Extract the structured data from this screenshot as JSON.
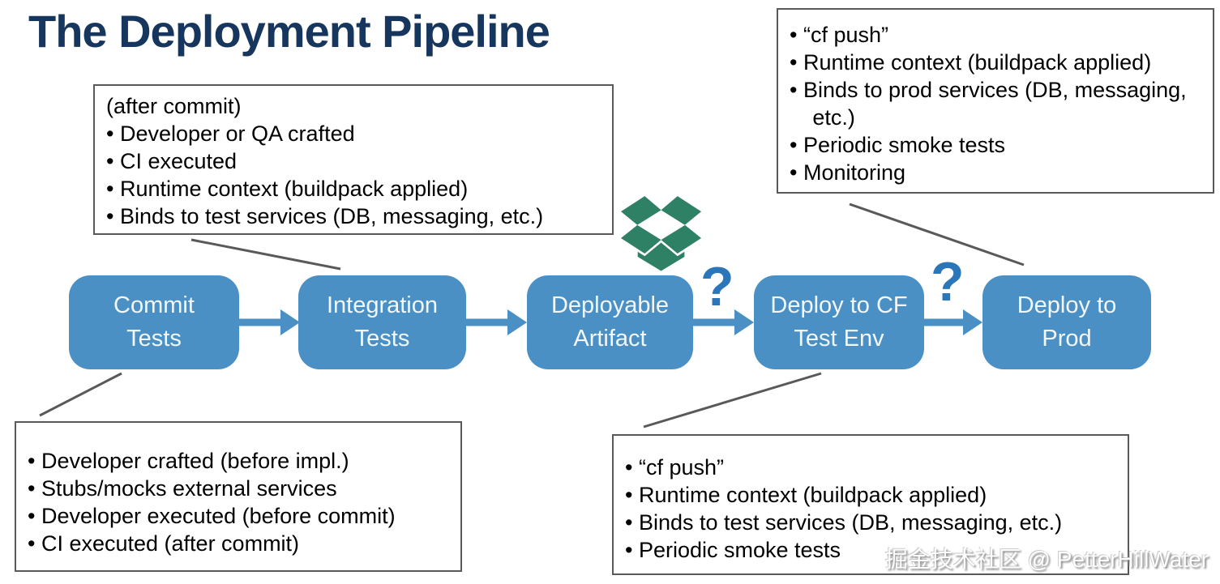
{
  "title": "The Deployment Pipeline",
  "colors": {
    "title_navy": "#17365d",
    "stage_blue": "#4a90c4",
    "question_blue": "#2b76b9",
    "connector_gray": "#595959",
    "dropbox_green": "#2f8166"
  },
  "pipeline": {
    "stages": [
      {
        "label": "Commit\nTests"
      },
      {
        "label": "Integration\nTests"
      },
      {
        "label": "Deployable\nArtifact"
      },
      {
        "label": "Deploy to CF\nTest Env"
      },
      {
        "label": "Deploy to\nProd"
      }
    ],
    "question_mark": "?"
  },
  "notes": {
    "top_left": {
      "lines": [
        "(after commit)",
        "• Developer or QA crafted",
        "• CI executed",
        "• Runtime context (buildpack applied)",
        "• Binds to test services (DB, messaging, etc.)"
      ]
    },
    "top_right": {
      "lines": [
        "• “cf push”",
        "• Runtime context (buildpack applied)",
        "• Binds to prod services (DB, messaging, etc.)",
        "• Periodic smoke tests",
        "• Monitoring"
      ]
    },
    "bottom_left": {
      "lines": [
        "• Developer crafted (before impl.)",
        "• Stubs/mocks external services",
        "• Developer executed (before commit)",
        "• CI executed (after commit)"
      ]
    },
    "bottom_right": {
      "lines": [
        "• “cf push”",
        "• Runtime context (buildpack applied)",
        "• Binds to test services (DB, messaging, etc.)",
        "• Periodic smoke tests"
      ]
    }
  },
  "watermark": "掘金技术社区 @ PetterHillWater"
}
